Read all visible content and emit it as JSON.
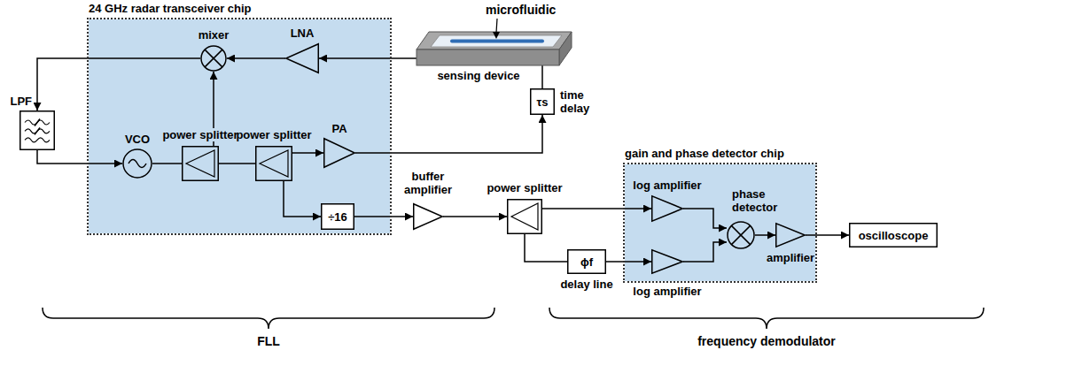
{
  "diagram": {
    "nodes": [
      {
        "text": [
          "24 GHz radar transceiver chip"
        ]
      },
      {
        "text": [
          "mixer"
        ],
        "in": 0
      },
      {
        "text": [
          "LNA"
        ],
        "in": 0
      },
      {
        "text": [
          "VCO"
        ],
        "in": 0
      },
      {
        "text": [
          "power splitter"
        ],
        "in": 0
      },
      {
        "text": [
          "power splitter"
        ],
        "in": 0
      },
      {
        "text": [
          "PA"
        ],
        "in": 0
      },
      {
        "text": [
          "÷16"
        ],
        "in": 0
      },
      {
        "text": [
          "LPF"
        ]
      },
      {
        "text": [
          "sensing device"
        ]
      },
      {
        "text": [
          "τs",
          "time delay"
        ]
      },
      {
        "text": [
          "buffer amplifier"
        ]
      },
      {
        "text": [
          "power splitter"
        ]
      },
      {
        "text": [
          "ϕf",
          "delay line"
        ]
      },
      {
        "text": [
          "gain and phase detector chip"
        ]
      },
      {
        "text": [
          "log amplifier"
        ],
        "in": 14
      },
      {
        "text": [
          "log amplifier"
        ],
        "in": 14
      },
      {
        "text": [
          "phase detector"
        ],
        "in": 14
      },
      {
        "text": [
          "amplifier"
        ],
        "in": 14
      },
      {
        "text": [
          "oscilloscope"
        ]
      }
    ],
    "edges": [
      {
        "from": 2,
        "to": 1,
        "arrow": "to"
      },
      {
        "from": 1,
        "to": 8,
        "arrow": "to"
      },
      {
        "from": 8,
        "to": 3,
        "arrow": "to"
      },
      {
        "from": 3,
        "to": 4,
        "arrow": "none"
      },
      {
        "from": 4,
        "to": 1,
        "arrow": "to"
      },
      {
        "from": 4,
        "to": 5,
        "arrow": "none"
      },
      {
        "from": 5,
        "to": 6,
        "arrow": "to"
      },
      {
        "from": 5,
        "to": 7,
        "arrow": "to"
      },
      {
        "from": 6,
        "to": 10,
        "arrow": "to"
      },
      {
        "from": 10,
        "to": 9,
        "arrow": "none"
      },
      {
        "from": 9,
        "to": 2,
        "arrow": "to"
      },
      {
        "from": 7,
        "to": 11,
        "arrow": "to"
      },
      {
        "from": 11,
        "to": 12,
        "arrow": "to"
      },
      {
        "from": 12,
        "to": 15,
        "arrow": "to"
      },
      {
        "from": 12,
        "to": 13,
        "arrow": "none"
      },
      {
        "from": 13,
        "to": 16,
        "arrow": "to"
      },
      {
        "from": 15,
        "to": 17,
        "arrow": "to"
      },
      {
        "from": 16,
        "to": 17,
        "arrow": "to"
      },
      {
        "from": 17,
        "to": 18,
        "arrow": "to"
      },
      {
        "from": 18,
        "to": 19,
        "arrow": "to"
      }
    ],
    "labels": [
      "microfluidic",
      "FLL",
      "frequency demodulator"
    ]
  }
}
